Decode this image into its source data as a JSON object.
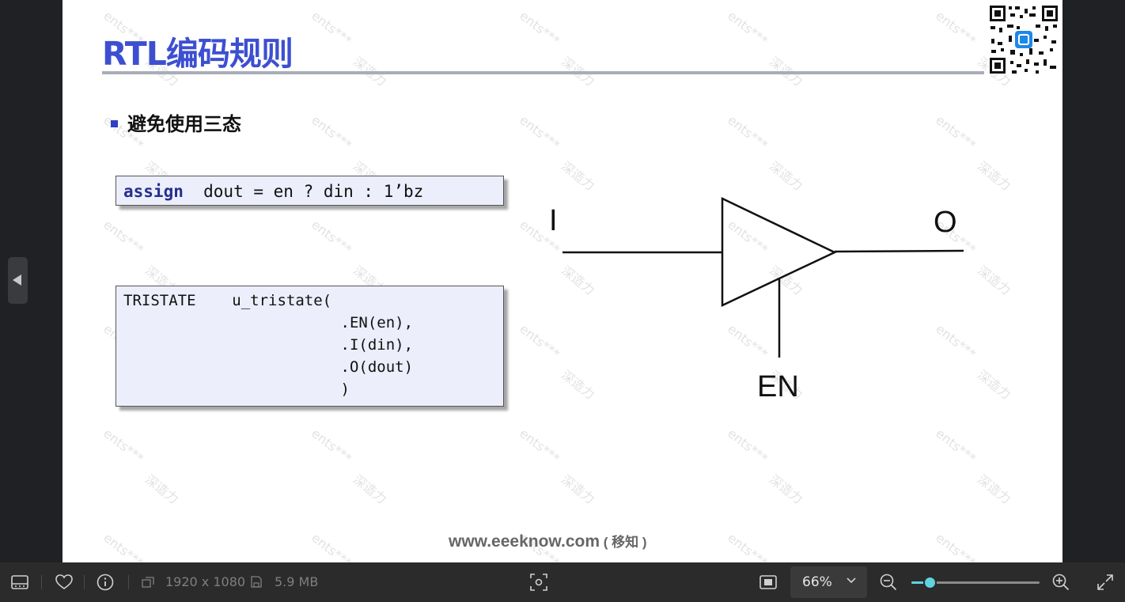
{
  "slide": {
    "title": "RTL编码规则",
    "bullet": "避免使用三态",
    "code_assign_kw": "assign",
    "code_assign_rest": "  dout = en ? din : 1’bz",
    "code_tristate": "TRISTATE    u_tristate(\n                        .EN(en),\n                        .I(din),\n                        .O(dout)\n                        )",
    "diagram": {
      "input_label": "I",
      "output_label": "O",
      "enable_label": "EN"
    },
    "footer_url": "www.eeeknow.com",
    "footer_note": " ( 移知 )",
    "watermark_a": "ents***",
    "watermark_b": "深造力",
    "colors": {
      "title": "#3d4fd1",
      "code_bg": "#eceefb",
      "rule": "#a8adb8"
    }
  },
  "toolbar": {
    "resolution": "1920 x 1080",
    "file_size": "5.9 MB",
    "zoom": "66%",
    "zoom_slider_fraction": 0.14,
    "icons": [
      "slideshow-icon",
      "heart-icon",
      "info-icon",
      "resolution-icon",
      "file-size-icon",
      "ocr-scan-icon",
      "image-fit-icon",
      "chevron-down-icon",
      "zoom-out-icon",
      "zoom-in-icon",
      "fullscreen-icon"
    ],
    "accent": "#5fd3df"
  },
  "nav": {
    "icons": [
      "previous-arrow-icon"
    ]
  }
}
